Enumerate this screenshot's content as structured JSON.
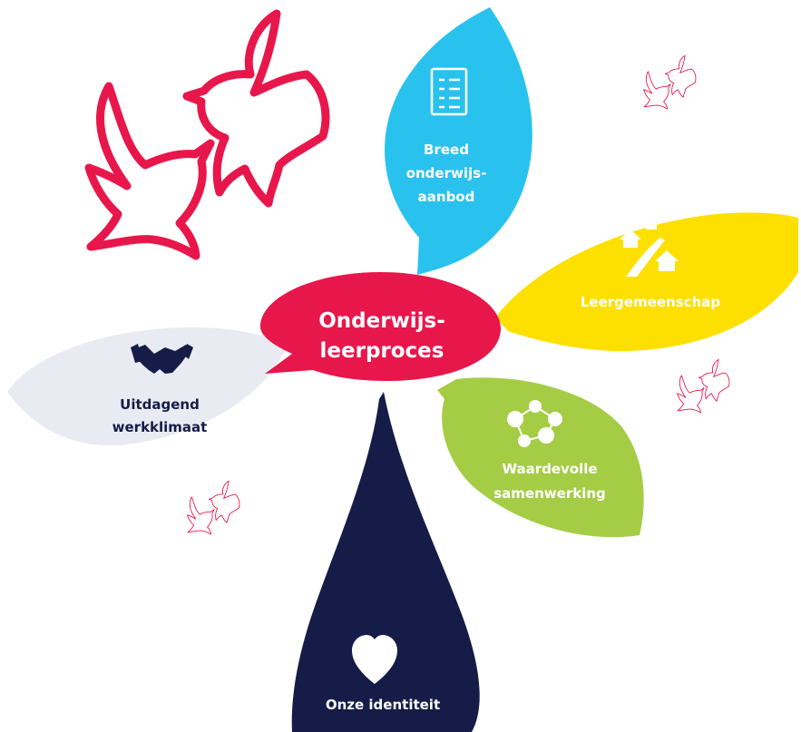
{
  "center": {
    "line1": "Onderwijs-",
    "line2": "leerproces",
    "color": "#e8174b"
  },
  "petals": {
    "breed": {
      "line1": "Breed",
      "line2": "onderwijs-",
      "line3": "aanbod",
      "color": "#29c2ef",
      "icon": "document-list-icon"
    },
    "leergemeenschap": {
      "line1": "Leergemeenschap",
      "color": "#fde000",
      "icon": "houses-road-icon"
    },
    "samenwerking": {
      "line1": "Waardevolle",
      "line2": "samenwerking",
      "color": "#a4cd45",
      "icon": "network-people-icon"
    },
    "identiteit": {
      "line1": "Onze identiteit",
      "color": "#141c47",
      "icon": "heart-icon"
    },
    "werkklimaat": {
      "line1": "Uitdagend",
      "line2": "werkklimaat",
      "color": "#e9ebf2",
      "icon": "handshake-icon"
    }
  },
  "decorations": {
    "dove_color": "#e8174b"
  }
}
